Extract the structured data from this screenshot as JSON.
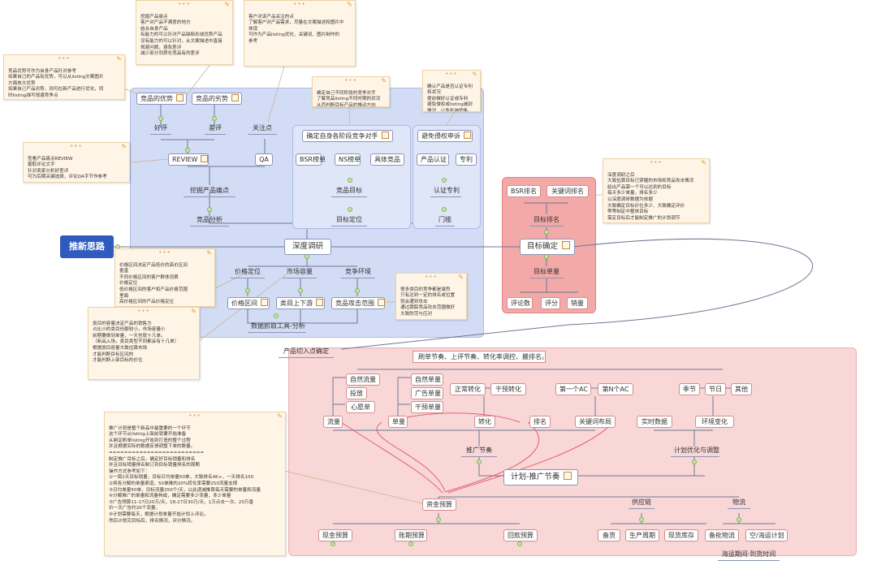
{
  "root": {
    "label": "推新思路"
  },
  "main_branches": {
    "research": "深度调研",
    "goal": "目标确定",
    "plan": "计划-推广节奏",
    "product_entry": "产品切入点确定"
  },
  "research": {
    "competitor": {
      "strengths": "竞品的优势",
      "weaknesses": "竞品的劣势",
      "good_review": "好评",
      "bad_review": "差评",
      "focus": "关注点",
      "review": "REVIEW",
      "qa": "QA",
      "selling_points": "挖掘产品痛点",
      "analysis": "竞品分析"
    },
    "position": {
      "header": "确定自身各阶段竞争对手",
      "bsr": "BSR榜单",
      "ns": "NS榜单",
      "specific": "具体竞品",
      "target": "竞品目标",
      "positioning": "目标定位"
    },
    "risk": {
      "header": "避免侵权申诉",
      "cert": "产品认证",
      "patent": "专利",
      "cert_patent": "认证专利",
      "threshold": "门槛"
    },
    "market": {
      "price": "价格定位",
      "sales": "市场容量",
      "competition": "竞争环境",
      "price_range": "价格区间",
      "top_sellers": "类目上下游",
      "attack_range": "竞品攻击范围",
      "tools": "数据抓取工具-分析"
    }
  },
  "goal": {
    "bsr_rank": "BSR排名",
    "keyword_rank": "关键词排名",
    "target_rank": "目标排名",
    "target_orders": "目标单量",
    "reviews": "评论数",
    "rating": "评分",
    "sales": "销量"
  },
  "plan": {
    "header_text": "刷单节奏、上评节奏、转化率调控、搬排名。",
    "natural_traffic": "自然流量",
    "ad": "投放",
    "emotion": "心愿单",
    "traffic": "流量",
    "organic_order": "自然单量",
    "ad_order": "广告单量",
    "fake_order": "干预单量",
    "orders": "单量",
    "normal_conv": "正常转化",
    "intervene_conv": "干预转化",
    "conversion": "转化",
    "ranking": "排名",
    "first_ac": "第一个AC",
    "nth_ac": "第N个AC",
    "keyword_layout": "关键词布局",
    "realtime": "实时数据",
    "season": "季节",
    "holiday": "节日",
    "other": "其他",
    "environment": "环境变化",
    "promo_rhythm": "推广节奏",
    "plan_adjust": "计划优化与调整",
    "capital": "资金预算",
    "supply": "供应链",
    "logistics": "物流",
    "cash": "现金预算",
    "account": "账期预算",
    "refund": "回款预算",
    "stock": "备货",
    "production": "生产周期",
    "lead_time": "现货库存",
    "shipping_cost": "备批物流",
    "air_sea": "空/海运计划",
    "bottom_partial": "海运期间·到货时间"
  },
  "notes": {
    "n1": "挖掘产品痛点\n客户对产品不满意的地方\n结合自身产品\n有能力的可以针对产品缺陷形成优势产品\n没有能力的可以针对，从文案描述中直接\n规避问题，避免差评\n减少部分同质化竞品有的差评",
    "n2": "客户对该产品关注的点\n了解客户对产品需求，尽量在文案描述和图片中\n体现\n可作为产品listing优化、关键词、图片制作的\n参考",
    "n3": "竞品优势可作为自身产品针对参考\n如果自己的产品有优势，可以从listing文案图片\n方面放大优势\n如果自己产品劣势，则可在新产品进行优化，同\n时listing描写规避竞争点",
    "n4": "确定自己不同阶段的竞争对手\n了解竞品listing不同时期的状况\n从而判断目标产品的推动方向",
    "n5": "确认产品是否认证专利\n和状况\n提前做好认证或专利\n避免侵权或listing被封\n情况，以免影响销售。",
    "n6": "查看产品痛点REVIEW\n掘取评论文字\n针对卖家分析好差评\n可为后期关键选择，评论QA字节作参考",
    "n7": "价格区间决定产品低价的高价区间\n垂直\n不同价格区间的客户群体消费\n价格定位\n低价格区间的客户和产品价格范围\n里面\n高价格区间的产品价格定位",
    "n8": "类目的容量决定产品的销售力\n占比小的类目份额较小，市场容量小\n前期要做到单量，一天也就十几单。\n（新品入场，类目类型不同都会有十几单）\n根据类目容量大致估算市场\n才能判断目标区间的\n才能判断上架目标的价位",
    "n9": "很多类目的竞争都是激烈\n只有达到一定的排名或位置\n就会遭到攻击\n通过跟踪竞品攻击范围做好\n大致防范与应对",
    "n10": "深度调研之后\n大致估算目标已掌握的市场和竞品攻击情况\n给出产品需一个可以达到的目标\n每天多少单量，排名多少\n以深度调研数据为依据\n大致确定目标价位多少、大致确定评价\n等等制定中整体目标\n需定目标后才能制定推广的计划调节",
    "n11": "推广计划是整个新品中最重要的一个环节\n这个环节从listing上架前就要开始准备\n从制定刷单listing开始到打造的整个过程\n并且根据实际的数据反馈调整下单的数量。\n=========================\n制定推广目标之后，确定好目标销量和排名\n并且目标销量排名制订到目标销量排名的周期\n操作方式参考如下：\n①一周2天目标销量，目标日均单量50单，大致排名4K+，一天排名100\n②将各分解的单量渠道，50单推的20%转化率需要250流量支撑\n③日均单量50单，目标流量250个/天，以此递减推算每天需要的单量和流量\n④分解推广的单量和流量构成，确定需要多少流量，多少单量\n⑤广告预算11-17日20万/天，18-27日30万/天，1万点击一次，20万香\n价一天广告约20个流量。\n⑥计划需要每天，根据计划单量开始计划上评论。\n然后计划完目标后，排名情况，评分情况。"
  }
}
